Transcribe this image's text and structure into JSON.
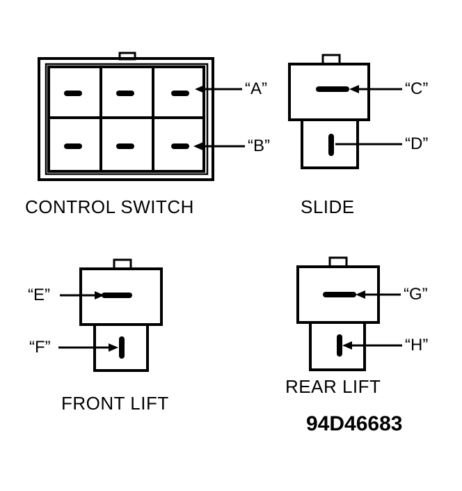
{
  "components": {
    "control_switch": {
      "label": "CONTROL SWITCH"
    },
    "slide": {
      "label": "SLIDE"
    },
    "front_lift": {
      "label": "FRONT LIFT"
    },
    "rear_lift": {
      "label": "REAR LIFT"
    }
  },
  "pointers": {
    "a": "“A”",
    "b": "“B”",
    "c": "“C”",
    "d": "“D”",
    "e": "“E”",
    "f": "“F”",
    "g": "“G”",
    "h": "“H”"
  },
  "figure_code": "94D46683",
  "colors": {
    "ink": "#000000",
    "paper": "#ffffff"
  }
}
